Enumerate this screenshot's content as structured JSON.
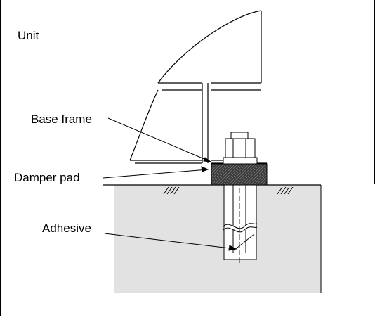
{
  "labels": {
    "unit": "Unit",
    "base_frame": "Base frame",
    "damper_pad": "Damper pad",
    "adhesive": "Adhesive"
  },
  "colors": {
    "concrete": "#e2e2e2",
    "pad": "#4a4a4a",
    "line": "#000000",
    "background": "#ffffff"
  }
}
